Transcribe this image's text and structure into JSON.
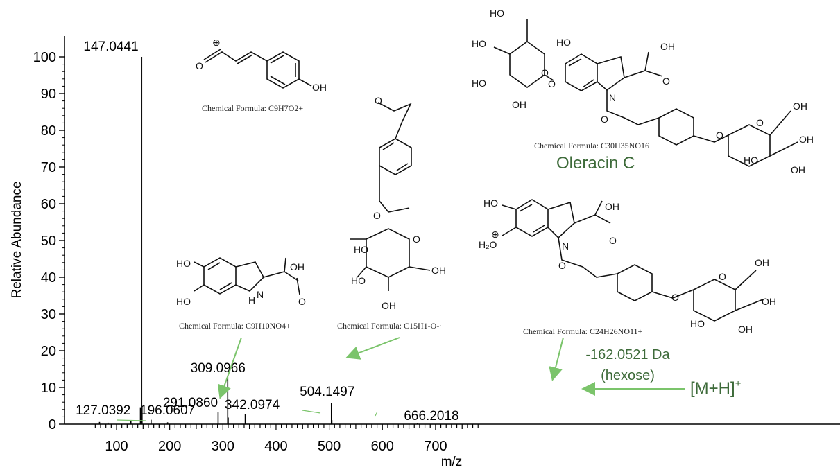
{
  "chart_data": {
    "type": "bar",
    "xlabel": "m/z",
    "ylabel": "Relative Abundance",
    "xlim": [
      50,
      780
    ],
    "ylim": [
      0,
      100
    ],
    "x_ticks": [
      100,
      200,
      300,
      400,
      500,
      600,
      700
    ],
    "y_ticks": [
      0,
      10,
      20,
      30,
      40,
      50,
      60,
      70,
      80,
      90,
      100
    ],
    "grid": false,
    "peaks": [
      {
        "mz": 68.0,
        "intensity": 0.6
      },
      {
        "mz": 84.0,
        "intensity": 0.4
      },
      {
        "mz": 127.0392,
        "intensity": 0.8,
        "label": "127.0392"
      },
      {
        "mz": 145.0,
        "intensity": 4.6
      },
      {
        "mz": 147.0441,
        "intensity": 100,
        "label": "147.0441"
      },
      {
        "mz": 148.0,
        "intensity": 4.8
      },
      {
        "mz": 165.0,
        "intensity": 1.2
      },
      {
        "mz": 196.0607,
        "intensity": 0.5,
        "label": "196.0607"
      },
      {
        "mz": 291.086,
        "intensity": 3.2,
        "label": "291.0860"
      },
      {
        "mz": 309.0966,
        "intensity": 12.8,
        "label": "309.0966"
      },
      {
        "mz": 310.0,
        "intensity": 1.8
      },
      {
        "mz": 342.0974,
        "intensity": 2.8,
        "label": "342.0974"
      },
      {
        "mz": 504.1497,
        "intensity": 5.8,
        "label": "504.1497"
      },
      {
        "mz": 505.0,
        "intensity": 1.1
      },
      {
        "mz": 666.2018,
        "intensity": 0.3,
        "label": "666.2018"
      }
    ]
  },
  "annotations": {
    "compound_name": "Oleracin C",
    "loss_label_line1": "-162.0521 Da",
    "loss_label_line2": "(hexose)",
    "precursor_label": "[M+H]",
    "precursor_sup": "+",
    "formulas": {
      "f147": "Chemical Formula: C9H7O2+",
      "f196": "Chemical Formula: C9H10NO4+",
      "f309": "Chemical Formula: C15H1-O-·",
      "f504": "Chemical Formula: C24H26NO11+",
      "f666": "Chemical Formula: C30H35NO16"
    }
  },
  "colors": {
    "arrow": "#7bc46b",
    "green_text": "#3e6b3a",
    "spectrum": "#000000"
  }
}
